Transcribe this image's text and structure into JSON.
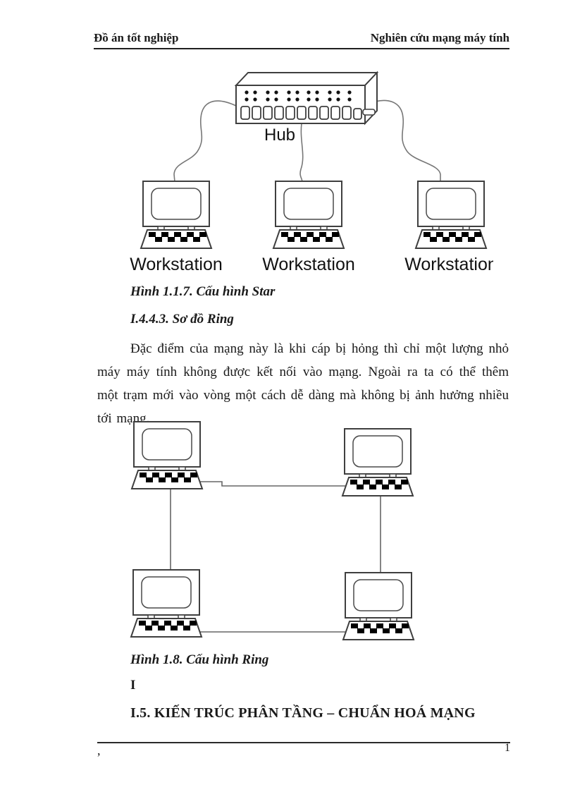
{
  "header": {
    "left": "Đồ án tốt nghiệp",
    "right": "Nghiên cứu mạng máy tính"
  },
  "star_diagram": {
    "hub_label": "Hub",
    "workstation_labels": [
      "Workstation",
      "Workstation",
      "Workstation"
    ],
    "caption": "Hình 1.1.7. Cấu hình Star"
  },
  "ring_section": {
    "heading": "I.4.4.3. Sơ đồ Ring",
    "paragraph": "Đặc điểm của mạng này là khi cáp bị hỏng thì chỉ một lượng nhỏ máy máy tính không được kết nối vào mạng. Ngoài ra ta có thể thêm một trạm mới vào vòng một cách dễ dàng mà không bị ảnh hưởng nhiều tới mạng.",
    "caption": "Hình 1.8. Cấu hình Ring"
  },
  "after": {
    "stray_numeral": "I",
    "section_heading": "I.5. KIẾN TRÚC PHÂN TẦNG – CHUẨN HOÁ MẠNG"
  },
  "footer": {
    "left_mark": ",",
    "page_number": "1"
  },
  "colors": {
    "diagram_stroke": "#3f3f3f",
    "cable_stroke": "#777777",
    "text": "#1a1a1a"
  }
}
